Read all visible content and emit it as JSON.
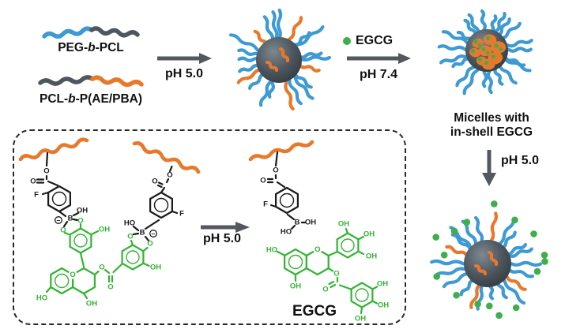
{
  "colors": {
    "blue": "#3e9ad3",
    "orange": "#e8792a",
    "slate": "#4e565e",
    "green": "#3fae4c",
    "mol_green": "#31b431",
    "black": "#1a1a1a",
    "arrow": "#53585e",
    "sphere_hi": "#7e8890",
    "sphere_mid": "#4d565e",
    "sphere_lo": "#31383f"
  },
  "reagents": {
    "polymer1": {
      "pre": "PEG-",
      "b": "b",
      "post": "-PCL"
    },
    "polymer2": {
      "pre": "PCL-",
      "b": "b",
      "post": "-P(AE/PBA)"
    }
  },
  "steps": {
    "step1_label": "pH 5.0",
    "step2_reagent": "EGCG",
    "step2_label": "pH 7.4",
    "step3_label": "pH 5.0",
    "box_label": "pH 5.0"
  },
  "captions": {
    "micelle2_line1": "Micelles with",
    "micelle2_line2": "in-shell EGCG",
    "product_label": "EGCG"
  },
  "atoms": {
    "bound": {
      "arm_l": {
        "o_ester": "O",
        "o_carbonyl": "O",
        "f": "F",
        "b": "B",
        "oh": "OH",
        "charge": "−",
        "o_b1": "O",
        "o_b2": "O"
      },
      "catechol_oh": "OH",
      "chromane": {
        "ring_o": "O",
        "ho": "HO",
        "oh": "OH"
      },
      "link": {
        "o_ester": "O",
        "o_carbonyl": "O"
      },
      "gallate": {
        "oh": "OH",
        "o_b1": "O",
        "o_b2": "O"
      },
      "arm_r": {
        "b": "B",
        "ho": "HO",
        "charge": "−",
        "f": "F",
        "o_carbonyl": "O",
        "o_ester": "O"
      }
    },
    "free_pba": {
      "o_ester": "O",
      "o_carbonyl": "O",
      "f": "F",
      "b": "B",
      "oh": "OH",
      "ho": "HO"
    },
    "free_egcg": {
      "ho": "HO",
      "ring_o": "O",
      "oh_a": "OH",
      "pg_oh1": "OH",
      "pg_oh2": "OH",
      "pg_oh3": "OH",
      "o_ester": "O",
      "o_carbonyl": "O",
      "g_oh1": "OH",
      "g_oh2": "OH",
      "g_oh3": "OH"
    }
  }
}
